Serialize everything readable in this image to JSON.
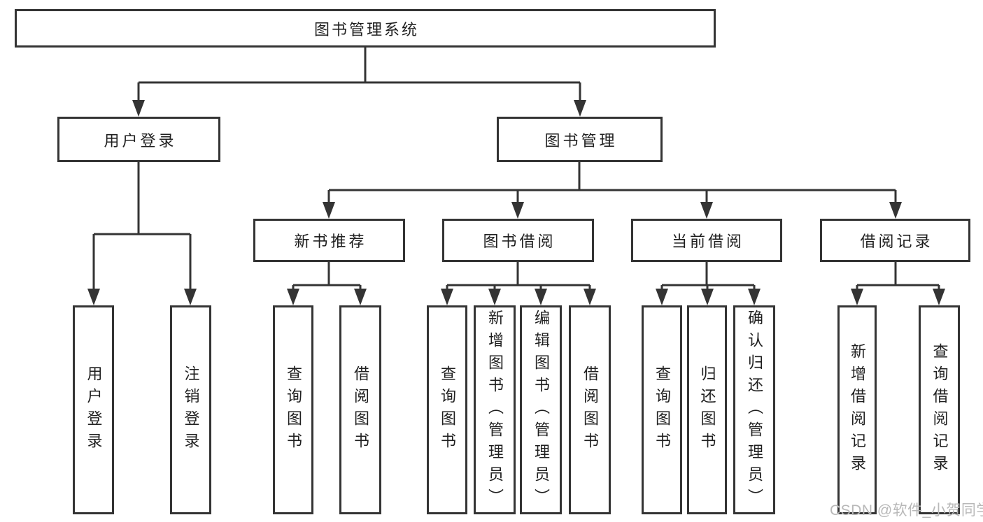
{
  "diagram": {
    "title": "图书管理系统",
    "level2": {
      "user_login": "用户登录",
      "book_mgmt": "图书管理"
    },
    "level3": {
      "new_books": "新书推荐",
      "borrowing": "图书借阅",
      "current": "当前借阅",
      "records": "借阅记录"
    },
    "leaves": {
      "user_login": "用户登录",
      "user_logout": "注销登录",
      "new_query_book": "查询图书",
      "new_borrow_book": "借阅图书",
      "bor_query_book": "查询图书",
      "bor_add_book": "新增图书（管理员）",
      "bor_edit_book": "编辑图书（管理员）",
      "bor_borrow_book": "借阅图书",
      "cur_query_book": "查询图书",
      "cur_return_book": "归还图书",
      "cur_confirm_return": "确认归还（管理员）",
      "rec_add_record": "新增借阅记录",
      "rec_query_record": "查询借阅记录"
    },
    "line_color": "#343434"
  },
  "watermark": "CSDN @软件_小贺同学"
}
